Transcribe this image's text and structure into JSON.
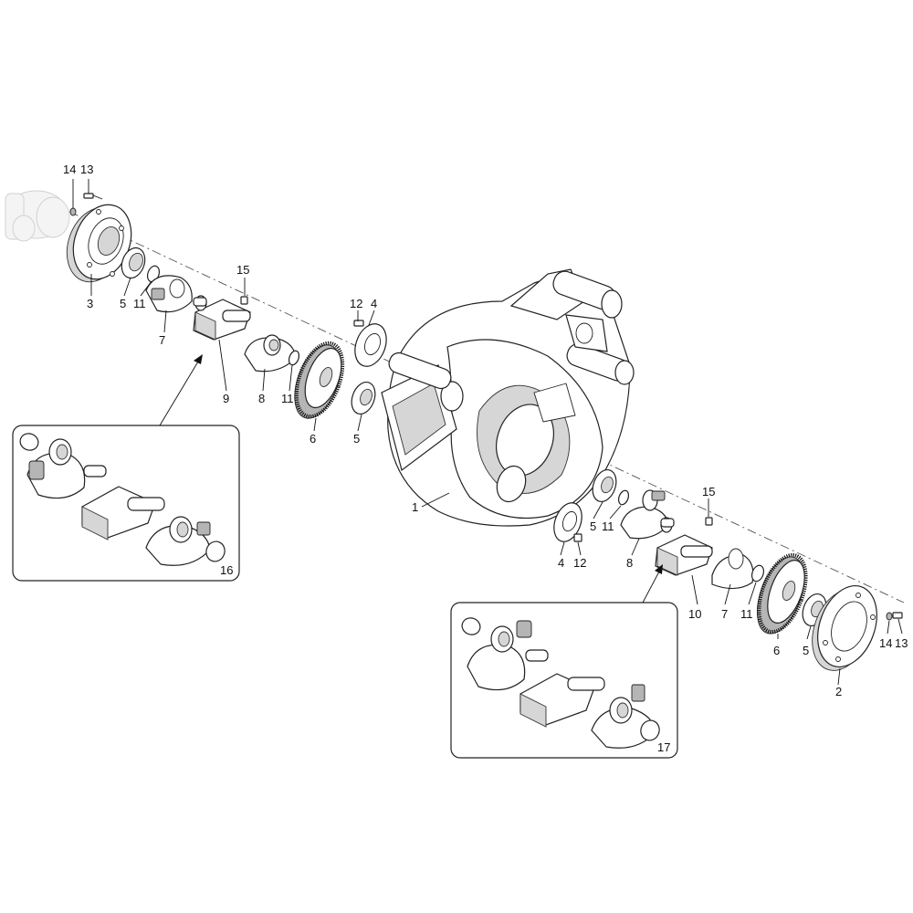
{
  "labels": {
    "p1": "1",
    "p2": "2",
    "p3": "3",
    "p4a": "4",
    "p4b": "4",
    "p5a": "5",
    "p5b": "5",
    "p5c": "5",
    "p5d": "5",
    "p6a": "6",
    "p6b": "6",
    "p7a": "7",
    "p7b": "7",
    "p8a": "8",
    "p8b": "8",
    "p9": "9",
    "p10": "10",
    "p11a": "11",
    "p11b": "11",
    "p11c": "11",
    "p11d": "11",
    "p12a": "12",
    "p12b": "12",
    "p13a": "13",
    "p13b": "13",
    "p14a": "14",
    "p14b": "14",
    "p15a": "15",
    "p15b": "15",
    "p16": "16",
    "p17": "17"
  }
}
